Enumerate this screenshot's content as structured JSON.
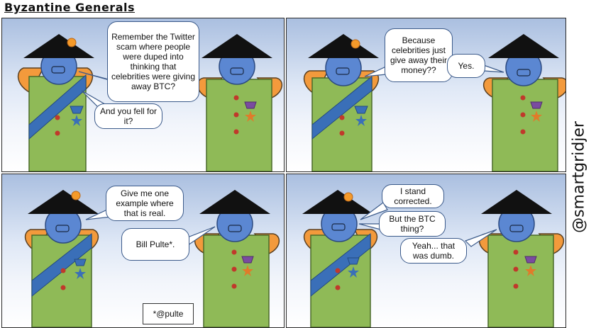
{
  "comic": {
    "title": "Byzantine Generals",
    "credit": "@smartgridjer",
    "footnote": "*@pulte"
  },
  "panels": [
    {
      "bubbles": [
        "Remember the Twitter scam where people were duped into thinking that celebrities were giving away BTC?",
        "And you fell for it?"
      ]
    },
    {
      "bubbles": [
        "Because celebrities just give away their money??",
        "Yes."
      ]
    },
    {
      "bubbles": [
        "Give me one example where that is real.",
        "Bill Pulte*."
      ]
    },
    {
      "bubbles": [
        "I stand corrected.",
        "But the BTC thing?",
        "Yeah... that was dumb."
      ]
    }
  ],
  "colors": {
    "hat": "#111111",
    "face": "#5b87d2",
    "body": "#8fba57",
    "shoulder": "#f39a3c",
    "sash": "#3a6fb8",
    "button": "#c0392b",
    "badge_purple": "#7a4ba0",
    "star_orange": "#e07b2a",
    "flower": "#f59a2a",
    "bubble_border": "#3b5a8a"
  }
}
